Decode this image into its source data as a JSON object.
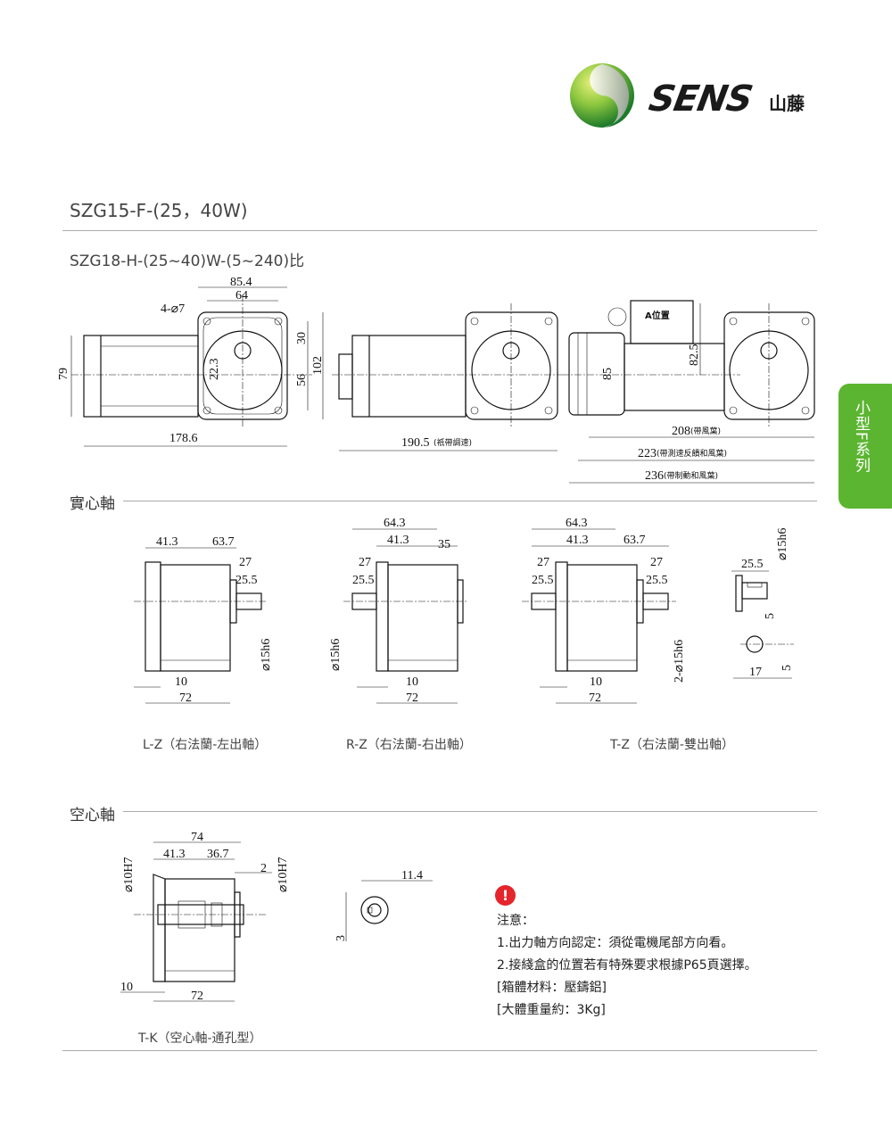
{
  "logo": {
    "brand": "SENS",
    "brand_cn": "山藤",
    "accent_color": "#5cb531"
  },
  "header": {
    "title": "SZG15-F-(25，40W)",
    "subtitle": "SZG18-H-(25~40)W-(5~240)比"
  },
  "side_tab": {
    "label": "小型F系列"
  },
  "top_views": {
    "view1": {
      "d85_4": "85.4",
      "d64": "64",
      "holes": "4-⌀7",
      "d79": "79",
      "d22_3": "22.3",
      "d30": "30",
      "d56": "56",
      "d102": "102",
      "d178_6": "178.6"
    },
    "view2": {
      "d190_5": "190.5",
      "note": "(祇帶調速)"
    },
    "view3": {
      "box_label": "A位置",
      "d82_5": "82.5",
      "d85": "85",
      "d208": "208",
      "d208_note": "(帶風葉)",
      "d223": "223",
      "d223_note": "(帶測速反饋和風葉)",
      "d236": "236",
      "d236_note": "(帶制動和風葉)"
    }
  },
  "solid_shaft": {
    "heading": "實心軸",
    "lz": {
      "caption": "L-Z（右法蘭-左出軸）",
      "d41_3": "41.3",
      "d63_7": "63.7",
      "d27": "27",
      "d25_5": "25.5",
      "shaft": "⌀15h6",
      "d10": "10",
      "d72": "72"
    },
    "rz": {
      "caption": "R-Z（右法蘭-右出軸）",
      "d64_3": "64.3",
      "d41_3": "41.3",
      "d35": "35",
      "d27": "27",
      "d25_5": "25.5",
      "shaft": "⌀15h6",
      "d10": "10",
      "d72": "72"
    },
    "tz": {
      "caption": "T-Z（右法蘭-雙出軸）",
      "d64_3": "64.3",
      "d41_3": "41.3",
      "d63_7": "63.7",
      "d27a": "27",
      "d25_5a": "25.5",
      "d27b": "27",
      "d25_5b": "25.5",
      "shaft": "2-⌀15h6",
      "d10": "10",
      "d72": "72"
    },
    "key_detail": {
      "d25_5": "25.5",
      "shaft": "⌀15h6",
      "d5a": "5",
      "d17": "17",
      "d5b": "5"
    }
  },
  "hollow_shaft": {
    "heading": "空心軸",
    "tk": {
      "caption": "T-K（空心軸-通孔型）",
      "d74": "74",
      "d41_3": "41.3",
      "d36_7": "36.7",
      "d2": "2",
      "bore_left": "⌀10H7",
      "bore_right": "⌀10H7",
      "d10": "10",
      "d72": "72"
    },
    "bore_detail": {
      "d11_4": "11.4",
      "d3": "3"
    }
  },
  "notes": {
    "warning_icon": "!",
    "heading": "注意：",
    "items": [
      "1.出力軸方向認定：須從電機尾部方向看。",
      "2.接綫盒的位置若有特殊要求根據P65頁選擇。",
      "[箱體材料：壓鑄鋁]",
      "[大體重量約：3Kg]"
    ]
  }
}
